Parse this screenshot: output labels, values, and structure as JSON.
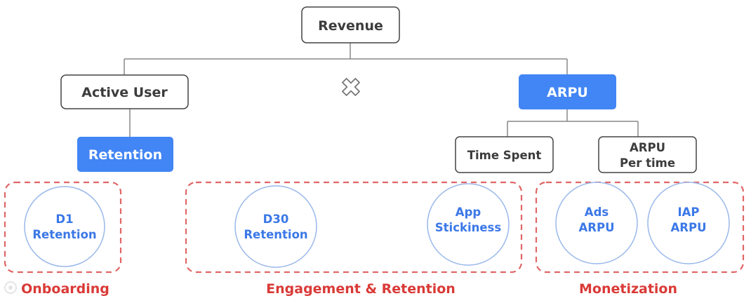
{
  "nodes": {
    "revenue": "Revenue",
    "active_user": "Active User",
    "arpu": "ARPU",
    "retention": "Retention",
    "time_spent": "Time Spent",
    "arpu_per_time_line1": "ARPU",
    "arpu_per_time_line2": "Per time"
  },
  "metrics": {
    "d1_line1": "D1",
    "d1_line2": "Retention",
    "d30_line1": "D30",
    "d30_line2": "Retention",
    "stickiness_line1": "App",
    "stickiness_line2": "Stickiness",
    "ads_line1": "Ads",
    "ads_line2": "ARPU",
    "iap_line1": "IAP",
    "iap_line2": "ARPU"
  },
  "groups": {
    "onboarding": "Onboarding",
    "engagement": "Engagement & Retention",
    "monetization": "Monetization"
  },
  "colors": {
    "accent_blue": "#4285f4",
    "metric_text": "#3b78e7",
    "group_red": "#d93a37",
    "box_border": "#444444",
    "connector": "#888888"
  },
  "icons": {
    "multiply": "multiply-icon"
  }
}
